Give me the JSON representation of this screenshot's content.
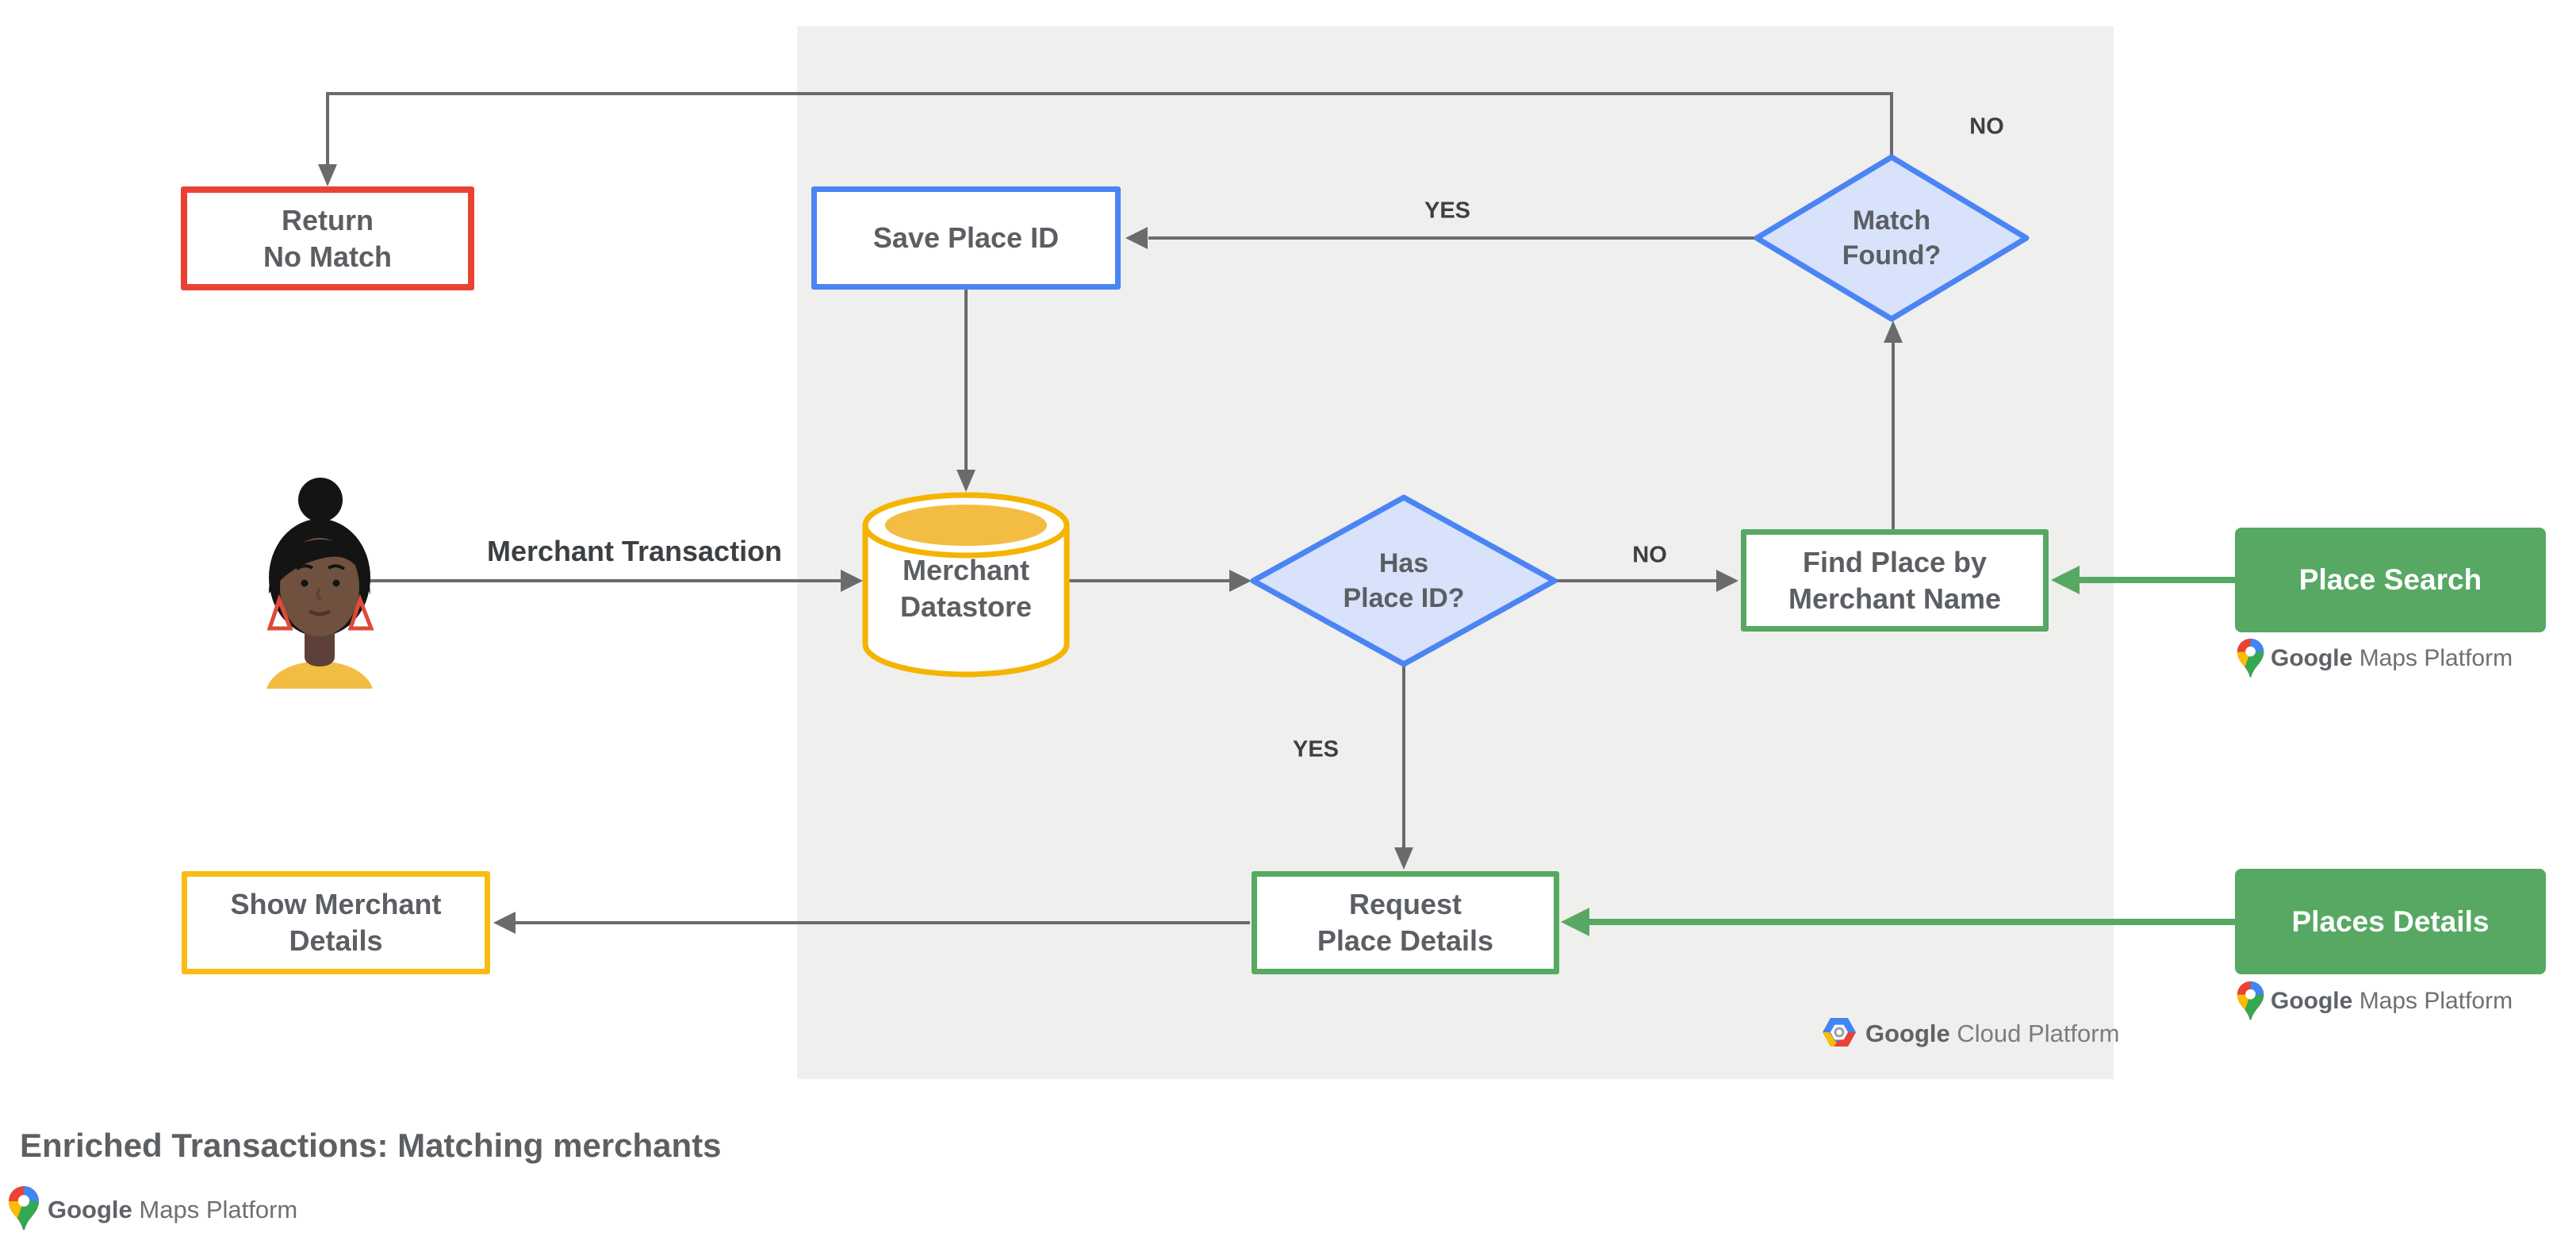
{
  "title": "Enriched Transactions: Matching merchants",
  "nodes": {
    "return_no_match": {
      "line1": "Return",
      "line2": "No Match"
    },
    "save_place_id": {
      "label": "Save Place ID"
    },
    "match_found": {
      "line1": "Match",
      "line2": "Found?"
    },
    "merchant_datastore": {
      "line1": "Merchant",
      "line2": "Datastore"
    },
    "has_place_id": {
      "line1": "Has",
      "line2": "Place ID?"
    },
    "find_place": {
      "line1": "Find Place by",
      "line2": "Merchant Name"
    },
    "request_place_details": {
      "line1": "Request",
      "line2": "Place Details"
    },
    "show_merchant_details": {
      "line1": "Show Merchant",
      "line2": "Details"
    },
    "place_search": {
      "label": "Place Search"
    },
    "places_details": {
      "label": "Places Details"
    }
  },
  "edge_labels": {
    "match_no": "NO",
    "match_yes": "YES",
    "has_no": "NO",
    "has_yes": "YES"
  },
  "annotations": {
    "merchant_transaction": "Merchant Transaction"
  },
  "logos": {
    "maps_platform": {
      "brand": "Google",
      "product": "Maps Platform"
    },
    "cloud_platform": {
      "brand": "Google",
      "product": "Cloud Platform"
    }
  },
  "colors": {
    "red": "#E94235",
    "blue": "#4B84F3",
    "blue_fill": "#D8E2FA",
    "yellow": "#F9BC15",
    "yellow_dark": "#F4B400",
    "green": "#57A863",
    "panel_gray": "#EFEFEE",
    "arrow_gray": "#6A6B6D",
    "text_gray": "#5b5f63"
  }
}
